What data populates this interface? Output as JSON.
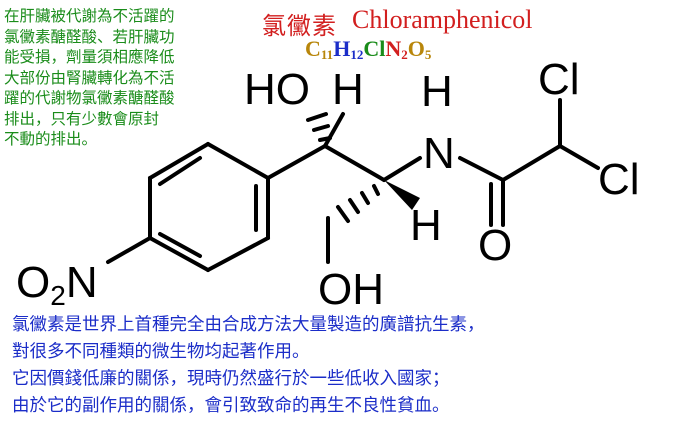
{
  "title": {
    "zh": "氯黴素",
    "en": "Chloramphenicol"
  },
  "formula": {
    "parts": [
      {
        "text": "C",
        "color": "#b8860b"
      },
      {
        "text": "11",
        "color": "#b8860b",
        "sub": true
      },
      {
        "text": "H",
        "color": "#1b2dc8"
      },
      {
        "text": "12",
        "color": "#1b2dc8",
        "sub": true
      },
      {
        "text": "Cl",
        "color": "#1a8c1a"
      },
      {
        "text": "N",
        "color": "#d21f1f"
      },
      {
        "text": "2",
        "color": "#d21f1f",
        "sub": true
      },
      {
        "text": "O",
        "color": "#b8860b"
      },
      {
        "text": "5",
        "color": "#b8860b",
        "sub": true
      }
    ]
  },
  "metabolism_note": {
    "lines": [
      "在肝臟被代謝為不活躍的",
      "氯黴素醣醛酸、若肝臟功",
      "能受損，劑量須相應降低",
      "大部份由腎臟轉化為不活",
      "躍的代謝物氯黴素醣醛酸",
      "排出，只有少數會原封",
      "不動的排出。"
    ]
  },
  "structure": {
    "atoms": {
      "hydroxyl_top": "HO",
      "h_top": "H",
      "amide_n": "N",
      "amide_h": "H",
      "cl_top": "Cl",
      "cl_right": "Cl",
      "carbonyl_o": "O",
      "h_wedge": "H",
      "hydroxyl_bottom": "OH",
      "nitro": "O2N"
    }
  },
  "description": {
    "lines": [
      "氯黴素是世界上首種完全由合成方法大量製造的廣譜抗生素，",
      "對很多不同種類的微生物均起著作用。",
      "它因價錢低廉的關係，現時仍然盛行於一些低收入國家；",
      "由於它的副作用的關係，會引致致命的再生不良性貧血。"
    ]
  },
  "colors": {
    "title": "#d21f1f",
    "note": "#1a8c1a",
    "description": "#1b2dc8"
  }
}
